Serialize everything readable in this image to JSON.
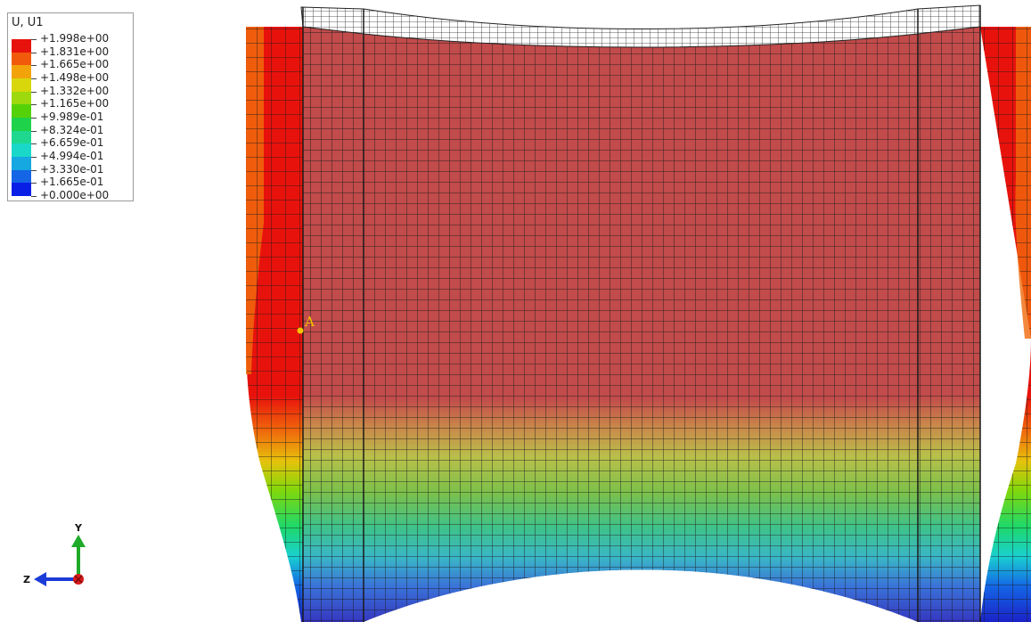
{
  "legend": {
    "title": "U, U1",
    "labels": [
      "+1.998e+00",
      "+1.831e+00",
      "+1.665e+00",
      "+1.498e+00",
      "+1.332e+00",
      "+1.165e+00",
      "+9.989e-01",
      "+8.324e-01",
      "+6.659e-01",
      "+4.994e-01",
      "+3.330e-01",
      "+1.665e-01",
      "+0.000e+00"
    ],
    "colors": [
      "#e8120c",
      "#f05a0a",
      "#f3a30a",
      "#d8d70c",
      "#9dd90c",
      "#55d10a",
      "#1ed24a",
      "#1ed890",
      "#1ad8c8",
      "#16a8e0",
      "#1466e6",
      "#0a1fe6"
    ]
  },
  "annotation": {
    "point_label": "A"
  },
  "triad": {
    "y_label": "Y",
    "z_label": "Z"
  },
  "contour_colors": {
    "red": "#e41f14",
    "red_overlay": "#c24b4b",
    "orange": "#f07010",
    "yellow": "#d9d20c",
    "green": "#3ec83c",
    "cyan": "#3ac9c0",
    "blue": "#3a5ae0",
    "navy": "#2a2ab8",
    "mesh_line": "#1a1a1a",
    "annotation": "#f5c400"
  }
}
